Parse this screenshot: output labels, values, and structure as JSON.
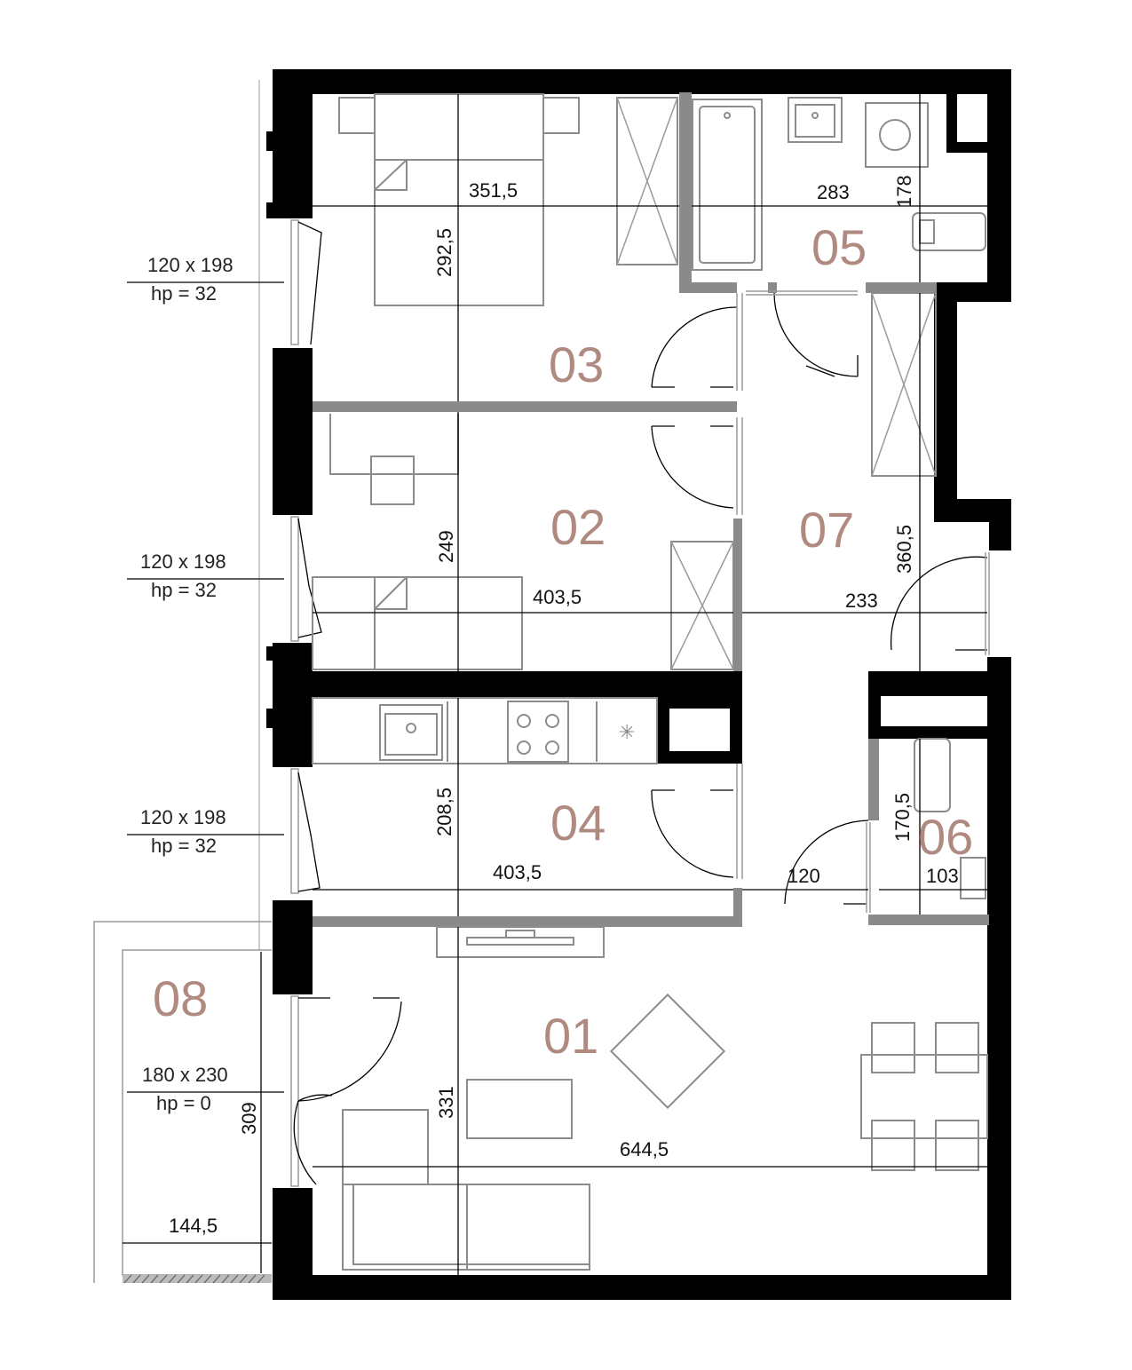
{
  "rooms": [
    {
      "id": "01"
    },
    {
      "id": "02"
    },
    {
      "id": "03"
    },
    {
      "id": "04"
    },
    {
      "id": "05"
    },
    {
      "id": "06"
    },
    {
      "id": "07"
    },
    {
      "id": "08"
    }
  ],
  "dimensions": {
    "r03_width": "351,5",
    "r03_height": "292,5",
    "r05_width": "283",
    "r05_height": "178",
    "r02_width": "403,5",
    "r02_height": "249",
    "r07_width": "233",
    "r07_height": "360,5",
    "r04_width": "403,5",
    "r04_height": "208,5",
    "r06_door": "120",
    "r06_width": "103",
    "r06_height": "170,5",
    "r01_width": "644,5",
    "r01_height": "331",
    "r08_width": "144,5",
    "r08_height": "309"
  },
  "windows": [
    {
      "size": "120 x 198",
      "hp": "hp = 32"
    },
    {
      "size": "120 x 198",
      "hp": "hp = 32"
    },
    {
      "size": "120 x 198",
      "hp": "hp = 32"
    }
  ],
  "balcony_door": {
    "size": "180 x 230",
    "hp": "hp = 0"
  },
  "colors": {
    "room_label": "#b08a80",
    "wall": "#000000",
    "partition": "#8a8a8a"
  }
}
